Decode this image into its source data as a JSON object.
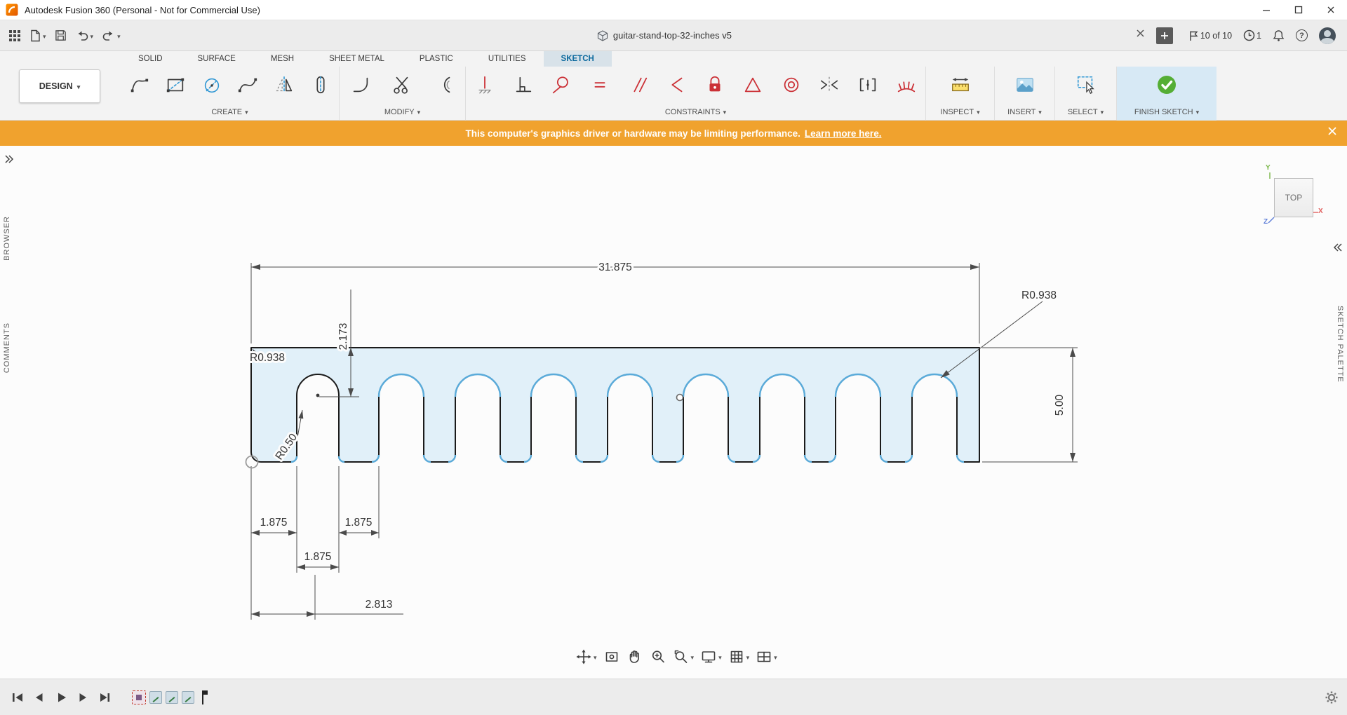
{
  "titlebar": {
    "title": "Autodesk Fusion 360 (Personal - Not for Commercial Use)"
  },
  "qat": {
    "document_title": "guitar-stand-top-32-inches v5",
    "job_status": "10 of 10",
    "notification_count": "1"
  },
  "ribbon": {
    "workspace_label": "DESIGN",
    "tabs": [
      "SOLID",
      "SURFACE",
      "MESH",
      "SHEET METAL",
      "PLASTIC",
      "UTILITIES",
      "SKETCH"
    ],
    "active_tab": "SKETCH",
    "groups": {
      "create": "CREATE",
      "modify": "MODIFY",
      "constraints": "CONSTRAINTS",
      "inspect": "INSPECT",
      "insert": "INSERT",
      "select": "SELECT",
      "finish": "FINISH SKETCH"
    }
  },
  "banner": {
    "message": "This computer's graphics driver or hardware may be limiting performance.",
    "link_text": "Learn more here."
  },
  "panels": {
    "left_top": "BROWSER",
    "left_bottom": "COMMENTS",
    "right": "SKETCH PALETTE"
  },
  "viewcube": {
    "face": "TOP",
    "axis_y": "Y",
    "axis_x": "X",
    "axis_z": "Z"
  },
  "sketch_dimensions": {
    "overall_width": "31.875",
    "top_to_slot": "2.173",
    "radius_left": "R0.938",
    "radius_right": "R0.938",
    "overall_height": "5.00",
    "slot_radius": "R0.50",
    "left_width": "1.875",
    "tooth_width": "1.875",
    "slot_width": "1.875",
    "slot_center": "2.813"
  }
}
